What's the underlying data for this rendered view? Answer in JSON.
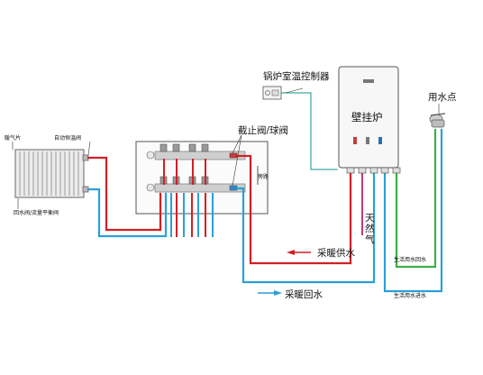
{
  "labels": {
    "radiator_vent": "暖气片",
    "auto_temp_valve": "自动恒温阀",
    "return_valve": "回水阀/流量平衡阀",
    "shutoff_ball_valve": "截止阀/球阀",
    "room_thermostat": "锅炉室温控制器",
    "boiler": "壁挂炉",
    "water_point": "用水点",
    "natural_gas": "天然气",
    "heating_supply": "采暖供水",
    "heating_return": "采暖回水",
    "dhw_return": "生活用水回水",
    "dhw_inlet": "生活用水进水",
    "bypass": "旁路"
  },
  "colors": {
    "supply_red": "#d21f25",
    "return_blue": "#2b9fd8",
    "green": "#3fae49",
    "gas_pink": "#c23b7a",
    "frame": "#555555"
  }
}
